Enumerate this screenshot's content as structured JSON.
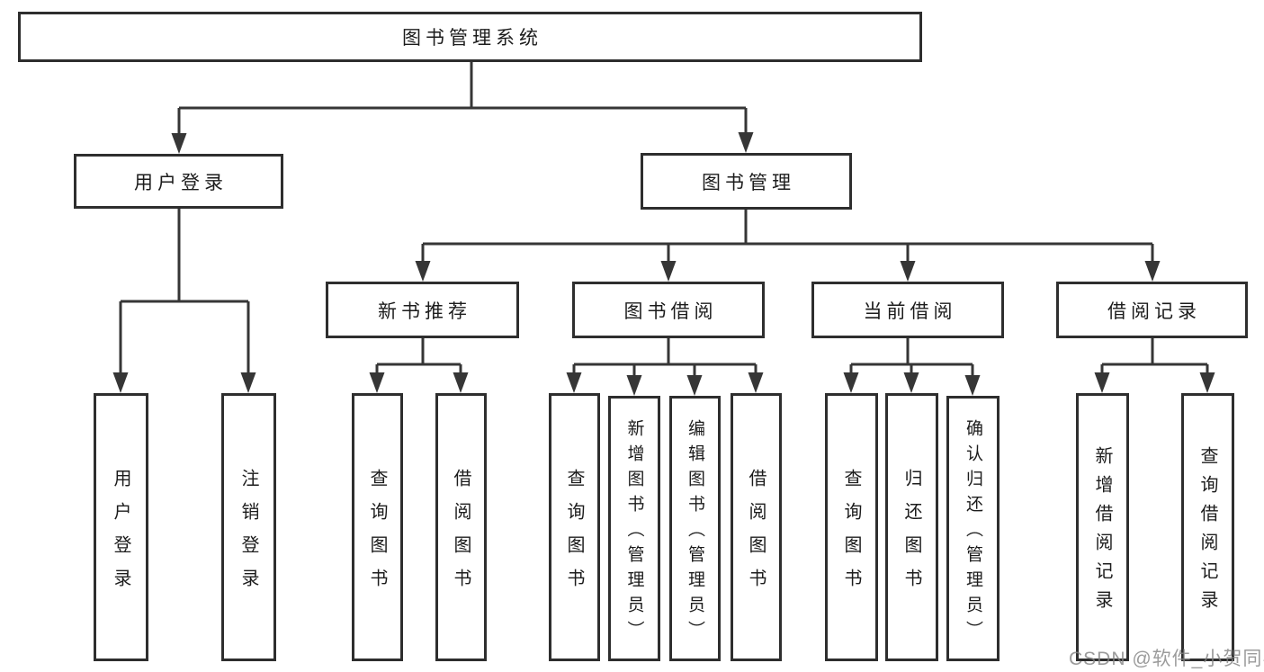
{
  "watermark": "CSDN @软件_小贺同学",
  "nodes": {
    "root": "图书管理系统",
    "login_group": "用户登录",
    "book_mgmt": "图书管理",
    "new_rec": "新书推荐",
    "borrow": "图书借阅",
    "current": "当前借阅",
    "records": "借阅记录",
    "user_login": "用户登录",
    "logout": "注销登录",
    "rec_query": "查询图书",
    "rec_borrow": "借阅图书",
    "bor_query": "查询图书",
    "bor_add": "新增图书（管理员）",
    "bor_edit": "编辑图书（管理员）",
    "bor_borrow": "借阅图书",
    "cur_query": "查询图书",
    "cur_return": "归还图书",
    "cur_confirm": "确认归还（管理员）",
    "rcd_add": "新增借阅记录",
    "rcd_query": "查询借阅记录"
  }
}
